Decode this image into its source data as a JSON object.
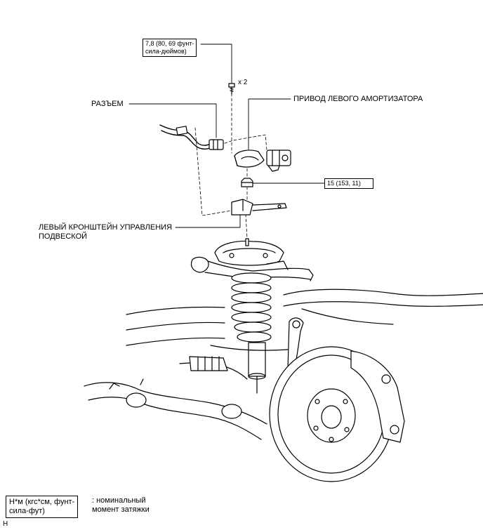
{
  "callouts": {
    "torque_bolt": "7,8 (80, 69 фунт-\nсила-дюймов)",
    "bolt_qty": "x 2",
    "connector": "РАЗЪЕМ",
    "actuator": "ПРИВОД ЛЕВОГО АМОРТИЗАТОРА",
    "torque_nut": "15 (153, 11)",
    "bracket": "ЛЕВЫЙ КРОНШТЕЙН УПРАВЛЕНИЯ\nПОДВЕСКОЙ"
  },
  "legend": {
    "units": "Н*м (кгс*см, фунт-\nсила-фут)",
    "meaning": ": номинальный\nмомент затяжки"
  },
  "figure_code": "H"
}
